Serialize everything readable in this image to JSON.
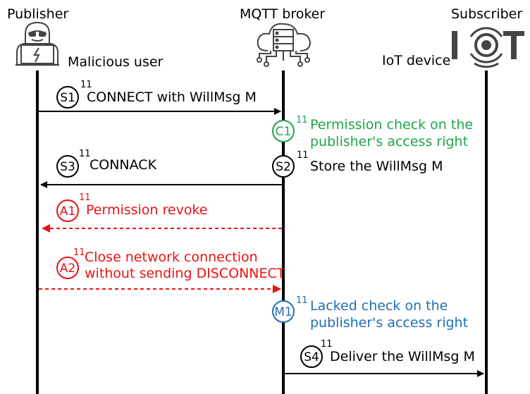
{
  "colors": {
    "black": "#000000",
    "red": "#ee1111",
    "green": "#1fa64a",
    "blue": "#1f6fb5"
  },
  "actors": {
    "publisher": {
      "title": "Publisher",
      "subtitle": "Malicious user",
      "icon": "hacker-laptop-icon"
    },
    "broker": {
      "title": "MQTT broker",
      "icon": "cloud-server-icon"
    },
    "subscriber": {
      "title": "Subscriber",
      "subtitle": "IoT device",
      "icon": "iot-logo-icon"
    }
  },
  "steps": {
    "s1": {
      "id": "S1",
      "sup": "11",
      "label": "CONNECT with WillMsg M"
    },
    "c1": {
      "id": "C1",
      "sup": "11",
      "line1": "Permission check on the",
      "line2": "publisher's access right"
    },
    "s3": {
      "id": "S3",
      "sup": "11",
      "label": "CONNACK"
    },
    "s2": {
      "id": "S2",
      "sup": "11",
      "label": "Store the WillMsg M"
    },
    "a1": {
      "id": "A1",
      "sup": "11",
      "label": "Permission revoke"
    },
    "a2": {
      "id": "A2",
      "sup": "11",
      "line1": "Close network connection",
      "line2": "without sending DISCONNECT"
    },
    "m1": {
      "id": "M1",
      "sup": "11",
      "line1": "Lacked check on the",
      "line2": "publisher's access right"
    },
    "s4": {
      "id": "S4",
      "sup": "11",
      "label": "Deliver the WillMsg M"
    }
  }
}
